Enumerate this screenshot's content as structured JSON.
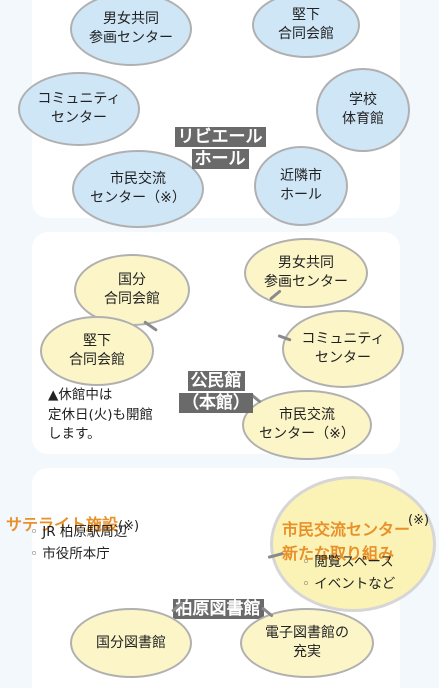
{
  "hall_section": {
    "center_label_line1": "リビエール",
    "center_label_line2": "ホール",
    "bubbles": [
      "男女共同\n参画センター",
      "堅下\n合同会館",
      "コミュニティ\nセンター",
      "学校\n体育館",
      "市民交流\nセンター（※）",
      "近隣市\nホール"
    ]
  },
  "kominkan_section": {
    "center_label_line1": "公民館",
    "center_label_line2": "（本館）",
    "bubbles": [
      "国分\n合同会館",
      "男女共同\n参画センター",
      "堅下\n合同会館",
      "コミュニティ\nセンター",
      "市民交流\nセンター（※）"
    ],
    "note": "▲休館中は\n定休日(火)も開館\nします。"
  },
  "library_section": {
    "center_label": "柏原図書館",
    "satellite_title": "サテライト施設",
    "satellite_mark": "(※)",
    "satellite_items": [
      "JR 柏原駅周辺",
      "市役所本庁"
    ],
    "civic_title_line1": "市民交流センター",
    "civic_title_line2": "新たな取り組み",
    "civic_mark": "(※)",
    "civic_items": [
      "閲覧スペース",
      "イベントなど"
    ],
    "bubbles": [
      "国分図書館",
      "電子図書館の\n充実"
    ]
  },
  "colors": {
    "blue": "#cfe6f7",
    "yellow": "#fbf5c8",
    "orange": "#e8912a",
    "panel": "#ffffff"
  }
}
